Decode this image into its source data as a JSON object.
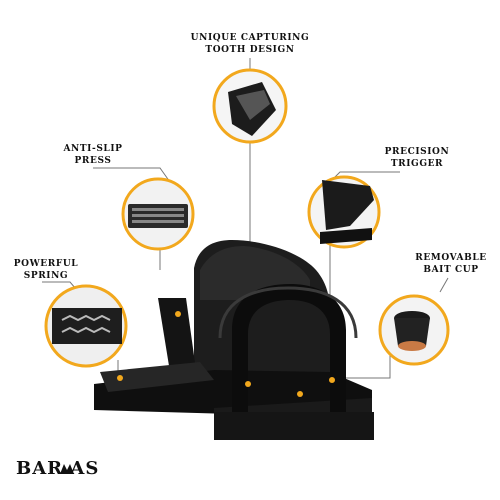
{
  "labels": {
    "tooth_line1": "UNIQUE CAPTURING",
    "tooth_line2": "TOOTH DESIGN",
    "antislip_line1": "ANTI-SLIP",
    "antislip_line2": "PRESS",
    "trigger_line1": "PRECISION",
    "trigger_line2": "TRIGGER",
    "spring_line1": "POWERFUL",
    "spring_line2": "SPRING",
    "bait_line1": "REMOVABLE",
    "bait_line2": "BAIT CUP"
  },
  "brand": {
    "logo_text": "BAR  AS"
  },
  "colors": {
    "accent": "#f2a81d",
    "trap": "#1a1a1a",
    "line": "#777777"
  }
}
